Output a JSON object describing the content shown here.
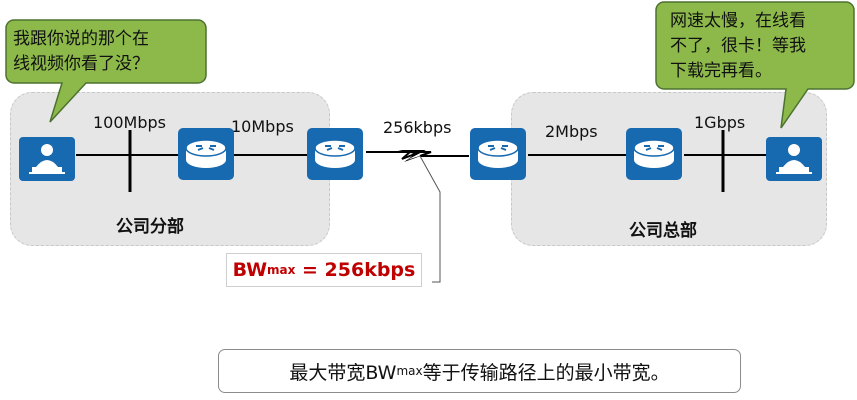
{
  "colors": {
    "device": "#1769b0",
    "callout_fill": "#8cb94a",
    "site_fill": "#e6e6e6",
    "bwmax": "#c00000"
  },
  "sites": {
    "branch": "公司分部",
    "headquarters": "公司总部"
  },
  "links": {
    "pc_to_switch_left": "100Mbps",
    "router_left": "10Mbps",
    "wan": "256kbps",
    "router_right": "2Mbps",
    "pc_to_switch_right": "1Gbps"
  },
  "callouts": {
    "left": [
      "我跟你说的那个在",
      "线视频你看了没？"
    ],
    "right": [
      "网速太慢，在线看",
      "不了，很卡！等我",
      "下载完再看。"
    ]
  },
  "bwmax": {
    "label_main": "BW",
    "label_sub": "max",
    "label_rest": " = 256kbps"
  },
  "note": {
    "before": "最大带宽BW",
    "sub": "max",
    "after": "等于传输路径上的最小带宽。"
  },
  "icons": {
    "user_left": "user-computer-icon",
    "router": "router-icon",
    "user_right": "user-computer-icon",
    "wan_link": "lightning-icon"
  }
}
